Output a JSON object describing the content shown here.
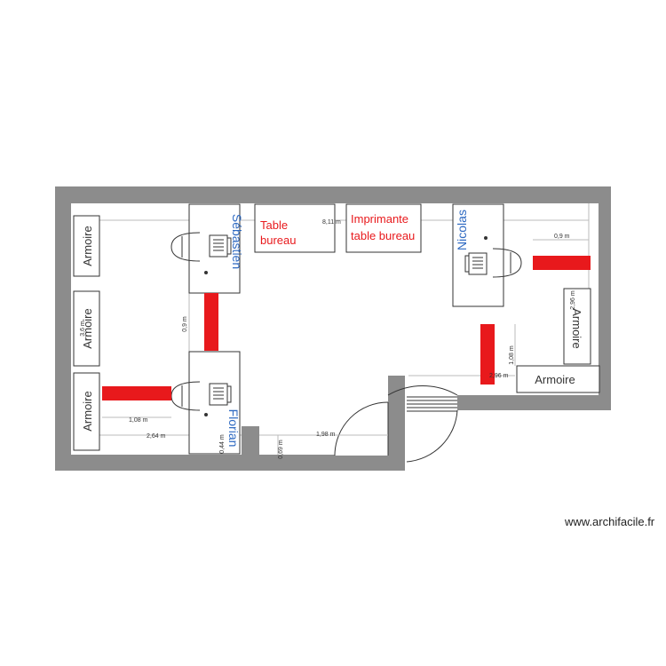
{
  "rooms": {
    "furniture": {
      "armoire_1": "Armoire",
      "armoire_2": "Armoire",
      "armoire_3": "Armoire",
      "armoire_4": "Armoire",
      "armoire_5": "Armoire",
      "table_bureau": [
        "Table",
        "bureau"
      ],
      "imprimante": [
        "Imprimante",
        "table bureau"
      ]
    },
    "people": {
      "sebastien": "Sébastien",
      "florian": "Florian",
      "nicolas": "Nicolas"
    }
  },
  "dimensions": {
    "top_length": "8,11 m",
    "right_gap": "0,9 m",
    "left_vertical": "0,9 m",
    "left_armoire": "3,6 m",
    "red_bar_left": "1,08 m",
    "bottom_left": "2,64 m",
    "desk_gap": "0,44 m",
    "corridor_width": "1,98 m",
    "corridor_depth": "0,69 m",
    "right_red_bar": "1,08 m",
    "right_armoire_height": "2,96 m",
    "right_horizontal": "2,96 m"
  },
  "colors": {
    "wall": "#8c8c8c",
    "red_block": "#e8191c",
    "red_text": "#e8191c",
    "blue_text": "#2f6ac2"
  },
  "watermark": "www.archifacile.fr"
}
